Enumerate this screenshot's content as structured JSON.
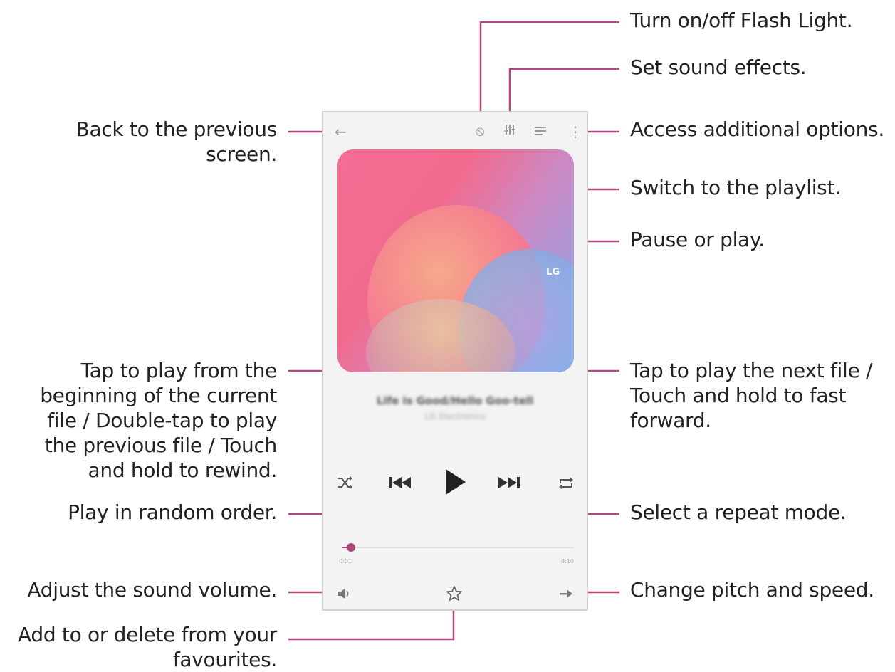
{
  "callouts": {
    "flash_light": "Turn on/off Flash Light.",
    "sound_effects": "Set sound effects.",
    "back_line1": "Back to the previous",
    "back_line2": "screen.",
    "additional_options": "Access additional options.",
    "playlist": "Switch to the playlist.",
    "pause_play": "Pause or play.",
    "prev_line1": "Tap to play from the",
    "prev_line2": "beginning of the current",
    "prev_line3": "file / Double-tap to play",
    "prev_line4": "the previous file / Touch",
    "prev_line5": "and hold to rewind.",
    "next_line1": "Tap to play the next file /",
    "next_line2": "Touch and hold to fast",
    "next_line3": "forward.",
    "random_order": "Play in random order.",
    "repeat_mode": "Select a repeat mode.",
    "volume": "Adjust the sound volume.",
    "pitch_speed": "Change pitch and speed.",
    "favourites_line1": "Add to or delete from your",
    "favourites_line2": "favourites."
  },
  "phone": {
    "album_logo": "LG",
    "track_title": "Life is Good/Hello Goo-tell",
    "track_artist": "LG Electronics",
    "progress_fraction": 0.04,
    "time_elapsed": "0:01",
    "time_total": "4:10"
  },
  "icons": {
    "back": "arrow-left-icon",
    "flash": "flash-icon",
    "equalizer": "equalizer-icon",
    "playlist": "playlist-icon",
    "more": "more-vertical-icon",
    "shuffle": "shuffle-icon",
    "previous": "skip-previous-icon",
    "play": "play-icon",
    "next": "skip-next-icon",
    "repeat": "repeat-icon",
    "volume": "volume-icon",
    "favourite": "star-icon",
    "pitch": "pitch-speed-icon"
  },
  "colors": {
    "leader": "#b1467f",
    "progress": "#b1467f",
    "frame_border": "#d2d2d2",
    "screen_bg": "#f3f3f3"
  }
}
